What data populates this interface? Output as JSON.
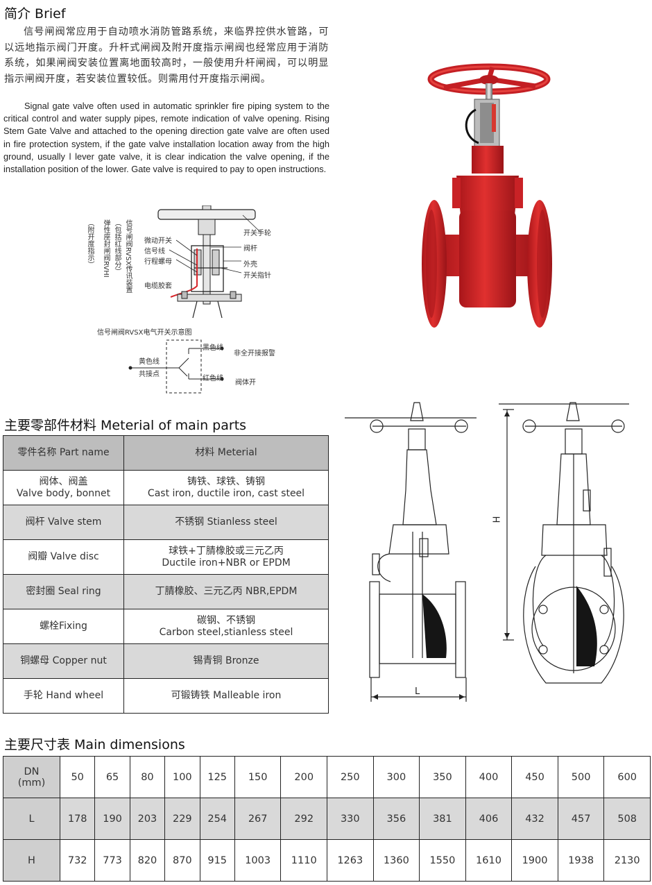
{
  "brief": {
    "title": "简介 Brief",
    "cn": "信号闸阀常应用于自动喷水消防管路系统，来临界控供水管路，可以远地指示阀门开度。升杆式闸阀及附开度指示闸阀也经常应用于消防系统，如果闸阀安装位置离地面较高时，一般使用升杆闸阀，可以明显指示闸阀开度，若安装位置较低。则需用付开度指示闸阀。",
    "en": "Signal gate valve often used in automatic sprinkler fire piping system to the critical control and water supply pipes, remote indication of valve opening. Rising Stem Gate Valve and attached to the opening direction gate valve are often used in fire protection system, if the gate valve installation location away from the high ground, usually l lever gate valve, it is clear indication the valve opening, if the installation position of the lower. Gate valve is required to pay to open instructions."
  },
  "diagram": {
    "vertical_labels": [
      "信号闸阀RVSX传讯装置",
      "（包括红线部分）",
      "弹性座封闸阀RVHI",
      "（附开度指示）"
    ],
    "left_labels": [
      "微动开关",
      "信号线",
      "行程螺母",
      "电缆胶套"
    ],
    "right_labels": [
      "开关手轮",
      "阀杆",
      "外壳",
      "开关指针"
    ],
    "caption": "信号闸阀RVSX电气开关示意图",
    "switch": {
      "black_wire": "黑色线",
      "not_open_alarm": "非全开接报警",
      "yellow_wire": "黄色线",
      "common": "共接点",
      "red_wire": "红色线",
      "valve_open": "阀体开"
    }
  },
  "drawing": {
    "L": "L",
    "H": "H"
  },
  "parts": {
    "title": "主要零部件材料 Meterial of main parts",
    "header": [
      "零件名称 Part name",
      "材料 Meterial"
    ],
    "rows": [
      {
        "name": [
          "阀体、阀盖",
          "Valve body, bonnet"
        ],
        "material": [
          "铸铁、球铁、铸钢",
          "Cast iron, ductile iron, cast steel"
        ]
      },
      {
        "name": [
          "阀杆 Valve stem"
        ],
        "material": [
          "不锈钢 Stianless steel"
        ]
      },
      {
        "name": [
          "阀瓣 Valve disc"
        ],
        "material": [
          "球铁+丁腈橡胶或三元乙丙",
          "Ductile iron+NBR or EPDM"
        ]
      },
      {
        "name": [
          "密封圈 Seal ring"
        ],
        "material": [
          "丁腈橡胶、三元乙丙 NBR,EPDM"
        ]
      },
      {
        "name": [
          "螺栓Fixing"
        ],
        "material": [
          "碳钢、不锈钢",
          "Carbon steel,stianless steel"
        ]
      },
      {
        "name": [
          "铜螺母 Copper nut"
        ],
        "material": [
          "锡青铜 Bronze"
        ]
      },
      {
        "name": [
          "手轮 Hand wheel"
        ],
        "material": [
          "可锻铸铁 Malleable iron"
        ]
      }
    ]
  },
  "dimensions": {
    "title": "主要尺寸表 Main dimensions",
    "rows": [
      {
        "label": [
          "DN",
          "(mm)"
        ],
        "values": [
          "50",
          "65",
          "80",
          "100",
          "125",
          "150",
          "200",
          "250",
          "300",
          "350",
          "400",
          "450",
          "500",
          "600"
        ]
      },
      {
        "label": [
          "L"
        ],
        "values": [
          "178",
          "190",
          "203",
          "229",
          "254",
          "267",
          "292",
          "330",
          "356",
          "381",
          "406",
          "432",
          "457",
          "508"
        ]
      },
      {
        "label": [
          "H"
        ],
        "values": [
          "732",
          "773",
          "820",
          "870",
          "915",
          "1003",
          "1110",
          "1263",
          "1360",
          "1550",
          "1610",
          "1900",
          "1938",
          "2130"
        ]
      }
    ]
  },
  "colors": {
    "valve_red": "#d8262b",
    "table_header": "#bdbdbd",
    "table_alt": "#d9d9d9"
  }
}
